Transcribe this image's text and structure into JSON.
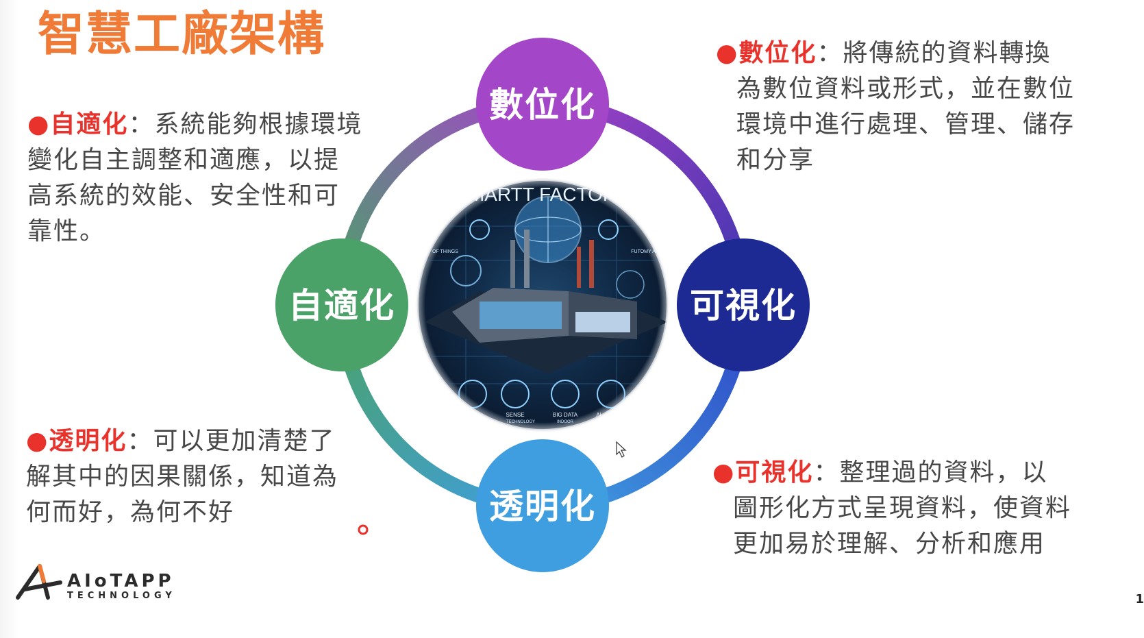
{
  "slide": {
    "title": "智慧工廠架構",
    "page_number": "1"
  },
  "nodes": {
    "digital": {
      "label": "數位化",
      "color": "#a346c8"
    },
    "visual": {
      "label": "可視化",
      "color": "#1d2a94"
    },
    "transparent": {
      "label": "透明化",
      "color": "#3f9ee0"
    },
    "adaptive": {
      "label": "自適化",
      "color": "#4aa268"
    }
  },
  "descriptions": {
    "adaptive": {
      "term": "自適化",
      "text": "：系統能夠根據環境變化自主調整和適應，以提高系統的效能、安全性和可靠性。"
    },
    "digital": {
      "term": "數位化",
      "line1": "：將傳統的資料轉換",
      "rest": "為數位資料或形式，並在數位環境中進行處理、管理、儲存和分享"
    },
    "transparent": {
      "term": "透明化",
      "text": "：可以更加清楚了解其中的因果關係，知道為何而好，為何不好"
    },
    "visual": {
      "term": "可視化",
      "line1": "：整理過的資料，以",
      "rest": "圖形化方式呈現資料，使資料更加易於理解、分析和應用"
    }
  },
  "center_image": {
    "banner": "MARTT FACTOR",
    "labels": [
      "OF THINGS",
      "FUTOMY AI",
      "SENSE",
      "TECHNOLOGY",
      "BIG DATA",
      "INDOOR",
      "AI"
    ]
  },
  "logo": {
    "brand": "AIoTAPP",
    "sub": "TECHNOLOGY"
  },
  "colors": {
    "title": "#ef7b37",
    "term": "#e8322b",
    "body_text": "#474747"
  }
}
